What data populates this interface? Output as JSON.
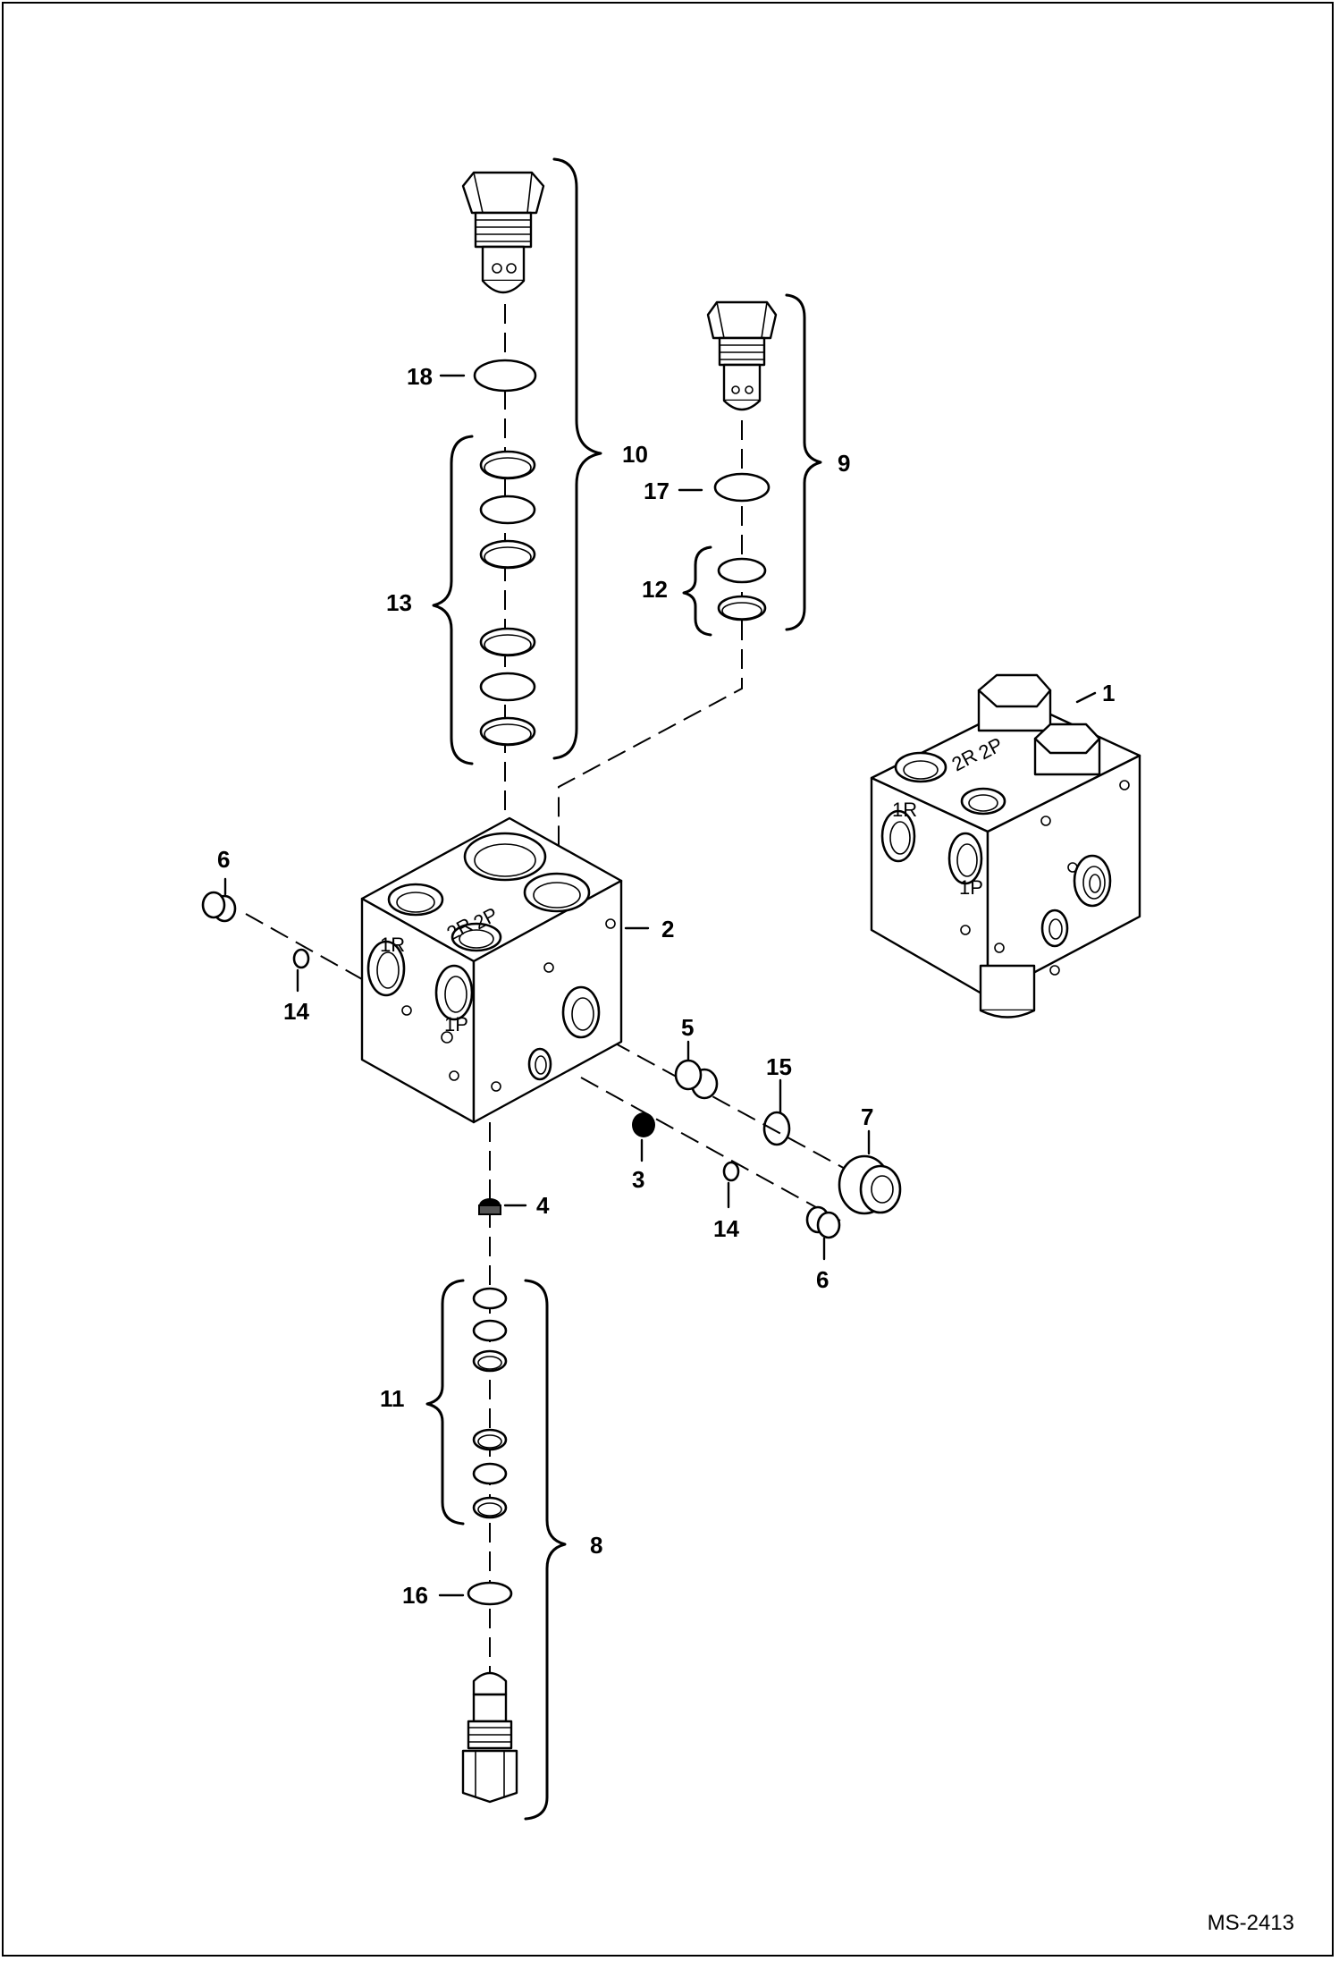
{
  "drawing_code": "MS-2413",
  "callouts": {
    "c1": "1",
    "c2": "2",
    "c3": "3",
    "c4": "4",
    "c5": "5",
    "c6a": "6",
    "c6b": "6",
    "c7": "7",
    "c8": "8",
    "c9": "9",
    "c10": "10",
    "c11": "11",
    "c12": "12",
    "c13": "13",
    "c14a": "14",
    "c14b": "14",
    "c15": "15",
    "c16": "16",
    "c17": "17",
    "c18": "18"
  },
  "port_marks": {
    "block2": [
      "2R",
      "2P",
      "1R",
      "1P"
    ],
    "block1": [
      "2R",
      "2P",
      "1R",
      "1P"
    ]
  }
}
